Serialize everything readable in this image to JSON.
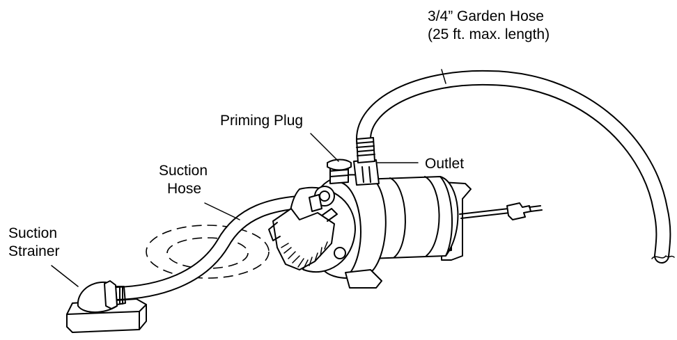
{
  "labels": {
    "garden_hose_line1": "3/4” Garden Hose",
    "garden_hose_line2": "(25 ft. max. length)",
    "priming_plug": "Priming Plug",
    "outlet": "Outlet",
    "suction_hose_line1": "Suction",
    "suction_hose_line2": "Hose",
    "suction_strainer_line1": "Suction",
    "suction_strainer_line2": "Strainer"
  },
  "colors": {
    "line": "#000000",
    "background": "#ffffff"
  }
}
